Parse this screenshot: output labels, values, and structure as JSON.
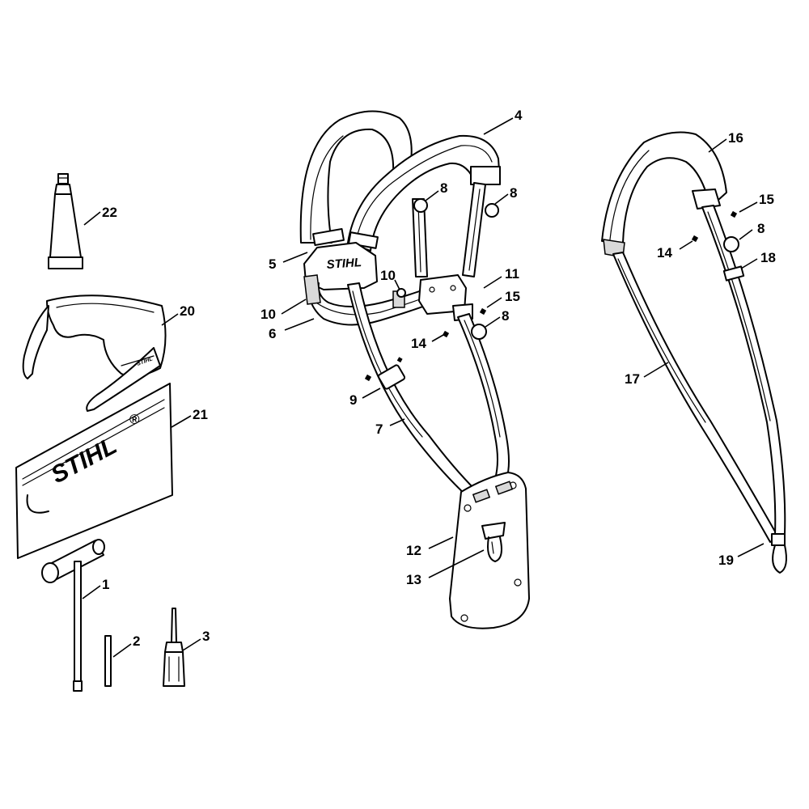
{
  "logos": {
    "harness_plate": "STIHL",
    "tool_pouch": "STIHL",
    "tool_pouch_mark": "®",
    "glasses_temple": "STIHL"
  },
  "callouts": {
    "c1": "1",
    "c2": "2",
    "c3": "3",
    "c4": "4",
    "c5": "5",
    "c6": "6",
    "c7": "7",
    "c8a": "8",
    "c8b": "8",
    "c8c": "8",
    "c8d": "8",
    "c9": "9",
    "c10a": "10",
    "c10b": "10",
    "c11": "11",
    "c12": "12",
    "c13": "13",
    "c14a": "14",
    "c14b": "14",
    "c15a": "15",
    "c15b": "15",
    "c16": "16",
    "c17": "17",
    "c18": "18",
    "c19": "19",
    "c20": "20",
    "c21": "21",
    "c22": "22"
  },
  "colors": {
    "line": "#000000",
    "background": "#ffffff",
    "shade": "#d9d9d9"
  }
}
